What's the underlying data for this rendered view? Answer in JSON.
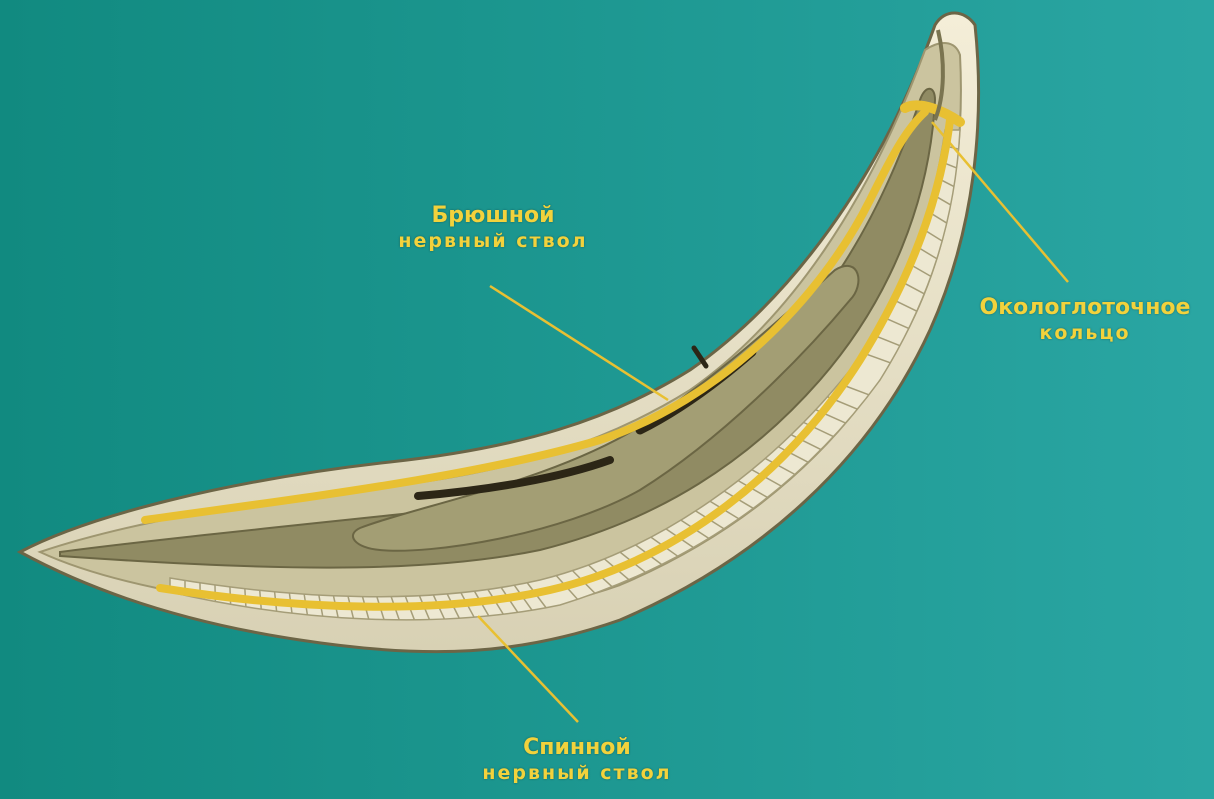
{
  "labels": {
    "ventral_cord": {
      "line1": "Брюшной",
      "line2": "нервный ствол"
    },
    "nerve_ring": {
      "line1": "Окологлоточное",
      "line2": "кольцо"
    },
    "dorsal_cord": {
      "line1": "Спинной",
      "line2": "нервный ствол"
    }
  },
  "colors": {
    "background": "#148f86",
    "body_outline": "#e8e2c6",
    "body_inner": "#c9c29e",
    "gut": "#8e8a64",
    "nerve": "#e8c032",
    "label": "#f2d23c",
    "dark_line": "#2c2616"
  }
}
